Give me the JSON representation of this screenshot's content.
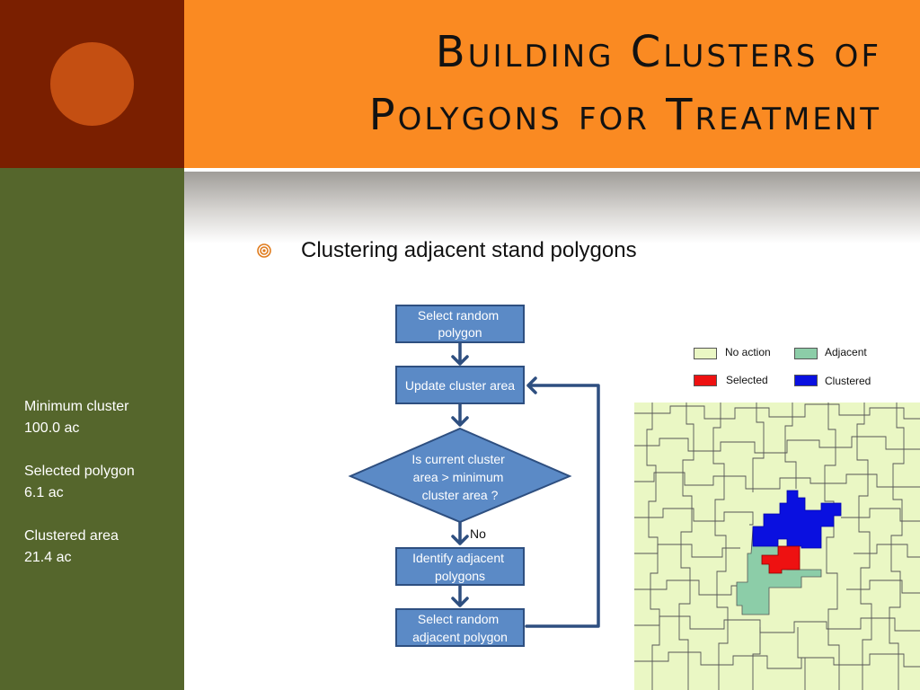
{
  "slide": {
    "title_line1": "Building Clusters of",
    "title_line2": "Polygons for Treatment",
    "bullet": "Clustering adjacent stand polygons"
  },
  "sidebar": {
    "min_cluster_label": "Minimum cluster",
    "min_cluster_value": "100.0 ac",
    "selected_label": "Selected polygon",
    "selected_value": "6.1 ac",
    "clustered_label": "Clustered area",
    "clustered_value": "21.4 ac"
  },
  "flowchart": {
    "step1": [
      "Select random",
      "polygon"
    ],
    "step2": [
      "Update cluster area"
    ],
    "decision": [
      "Is current cluster",
      "area > minimum",
      "cluster area ?"
    ],
    "no_label": "No",
    "step3": [
      "Identify adjacent",
      "polygons"
    ],
    "step4": [
      "Select random",
      "adjacent polygon"
    ]
  },
  "legend": {
    "no_action": "No action",
    "adjacent": "Adjacent",
    "selected": "Selected",
    "clustered": "Clustered"
  },
  "colors": {
    "title_band": "#fa8a22",
    "corner": "#7a1f00",
    "sidebar": "#55662c",
    "flow_fill": "#5b8ac6",
    "flow_border": "#2e4f80",
    "no_action": "#eaf7c4",
    "adjacent": "#8ccda8",
    "selected": "#ee1111",
    "clustered": "#0a10e0"
  }
}
